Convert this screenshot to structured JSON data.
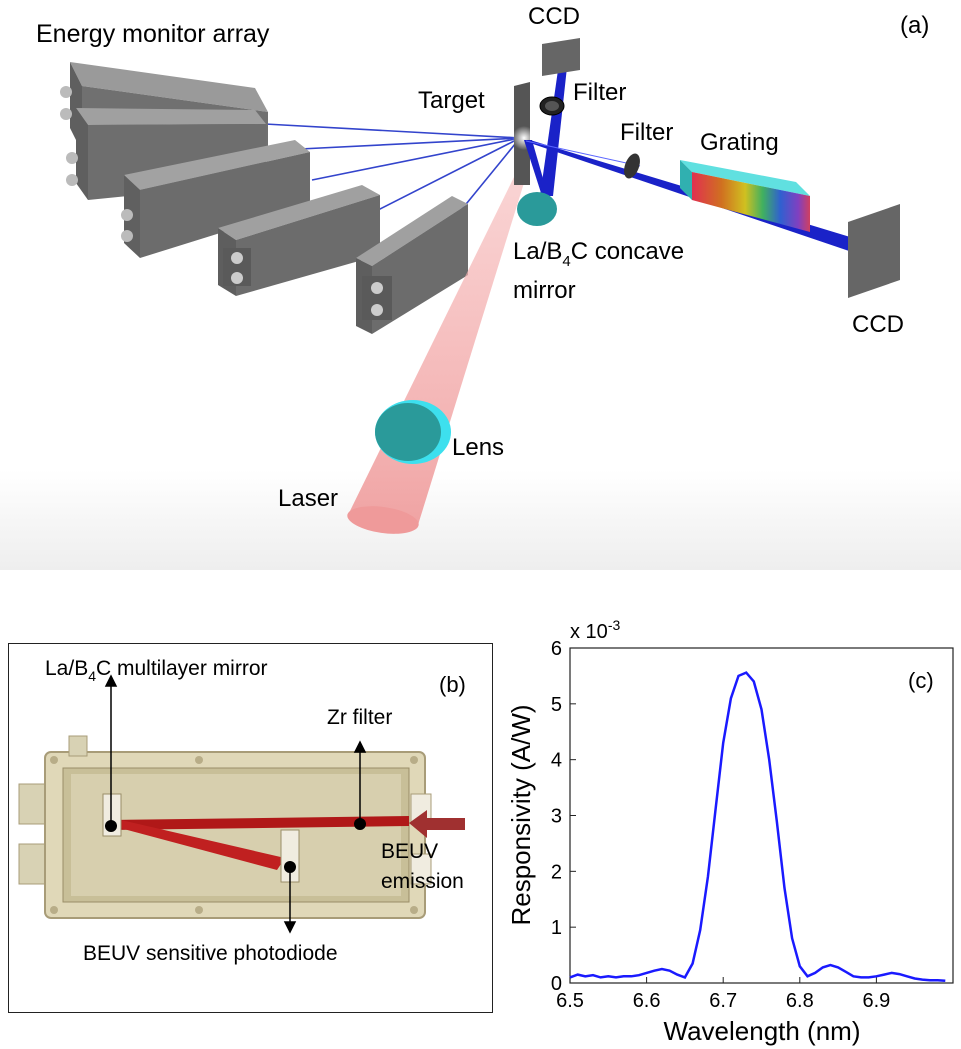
{
  "panel_a": {
    "tag": "(a)",
    "energy_monitor_array": "Energy monitor array",
    "ccd_top": "CCD",
    "target": "Target",
    "filter_1": "Filter",
    "filter_2": "Filter",
    "grating": "Grating",
    "mirror_line1_prefix": "La/B",
    "mirror_line1_sub": "4",
    "mirror_line1_suffix": "C concave",
    "mirror_line2": "mirror",
    "ccd_right": "CCD",
    "lens": "Lens",
    "laser": "Laser"
  },
  "panel_b": {
    "tag": "(b)",
    "mirror_prefix": "La/B",
    "mirror_sub": "4",
    "mirror_suffix": "C multilayer mirror",
    "zr_filter": "Zr filter",
    "beuv_line1": "BEUV",
    "beuv_line2": "emission",
    "photodiode": "BEUV sensitive photodiode"
  },
  "panel_c": {
    "tag": "(c)",
    "multiplier_prefix": "x 10",
    "multiplier_exp": "-3"
  },
  "colors": {
    "beam_blue": "#2233dd",
    "laser_pink": "#f2a0a0",
    "optic_teal": "#2a9a9a",
    "grating_cyan": "#40d0d0",
    "box_gray": "#6c6c6c",
    "red_beam": "#b01818",
    "curve_blue": "#1a1aff"
  },
  "chart_data": {
    "type": "line",
    "title": "",
    "xlabel": "Wavelength  (nm)",
    "ylabel": "Responsivity (A/W)",
    "xlim": [
      6.5,
      7.0
    ],
    "ylim": [
      0,
      6
    ],
    "x_ticks": [
      "6.5",
      "6.6",
      "6.7",
      "6.8",
      "6.9"
    ],
    "y_ticks": [
      "0",
      "1",
      "2",
      "3",
      "4",
      "5",
      "6"
    ],
    "grid": false,
    "series": [
      {
        "x": [
          6.5,
          6.51,
          6.52,
          6.53,
          6.54,
          6.55,
          6.56,
          6.57,
          6.58,
          6.59,
          6.6,
          6.61,
          6.62,
          6.63,
          6.64,
          6.65,
          6.66,
          6.67,
          6.68,
          6.69,
          6.7,
          6.71,
          6.72,
          6.73,
          6.74,
          6.75,
          6.76,
          6.77,
          6.78,
          6.79,
          6.8,
          6.81,
          6.82,
          6.83,
          6.84,
          6.85,
          6.86,
          6.87,
          6.88,
          6.89,
          6.9,
          6.91,
          6.92,
          6.93,
          6.94,
          6.95,
          6.96,
          6.97,
          6.98,
          6.99
        ],
        "values": [
          0.1,
          0.15,
          0.12,
          0.14,
          0.1,
          0.12,
          0.1,
          0.12,
          0.12,
          0.14,
          0.18,
          0.22,
          0.25,
          0.22,
          0.15,
          0.1,
          0.35,
          0.95,
          1.9,
          3.1,
          4.3,
          5.1,
          5.5,
          5.56,
          5.4,
          4.9,
          4.0,
          2.9,
          1.7,
          0.8,
          0.3,
          0.12,
          0.18,
          0.28,
          0.32,
          0.28,
          0.2,
          0.12,
          0.1,
          0.1,
          0.12,
          0.15,
          0.18,
          0.16,
          0.12,
          0.08,
          0.06,
          0.05,
          0.05,
          0.04
        ]
      }
    ]
  }
}
